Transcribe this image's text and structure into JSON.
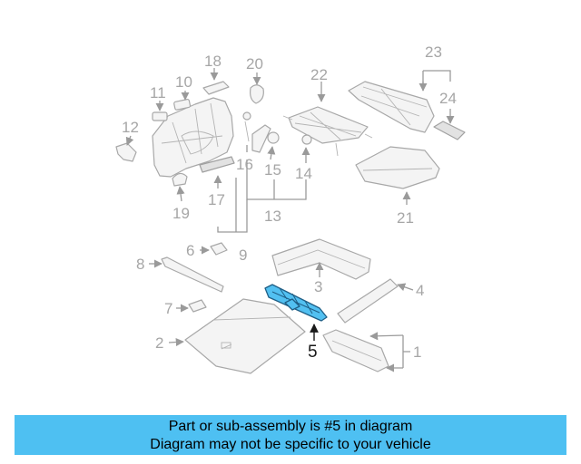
{
  "diagram": {
    "callouts": [
      "1",
      "2",
      "3",
      "4",
      "5",
      "6",
      "7",
      "8",
      "9",
      "10",
      "11",
      "12",
      "13",
      "14",
      "15",
      "16",
      "17",
      "18",
      "19",
      "20",
      "21",
      "22",
      "23",
      "24"
    ],
    "highlighted_callout": "5",
    "colors": {
      "highlight": "#52c0f1",
      "outline": "#a8a8a8",
      "banner": "#4ec0f2"
    }
  },
  "banner": {
    "line1": "Part or sub-assembly is #5 in diagram",
    "line2": "Diagram may not be specific to your vehicle"
  }
}
